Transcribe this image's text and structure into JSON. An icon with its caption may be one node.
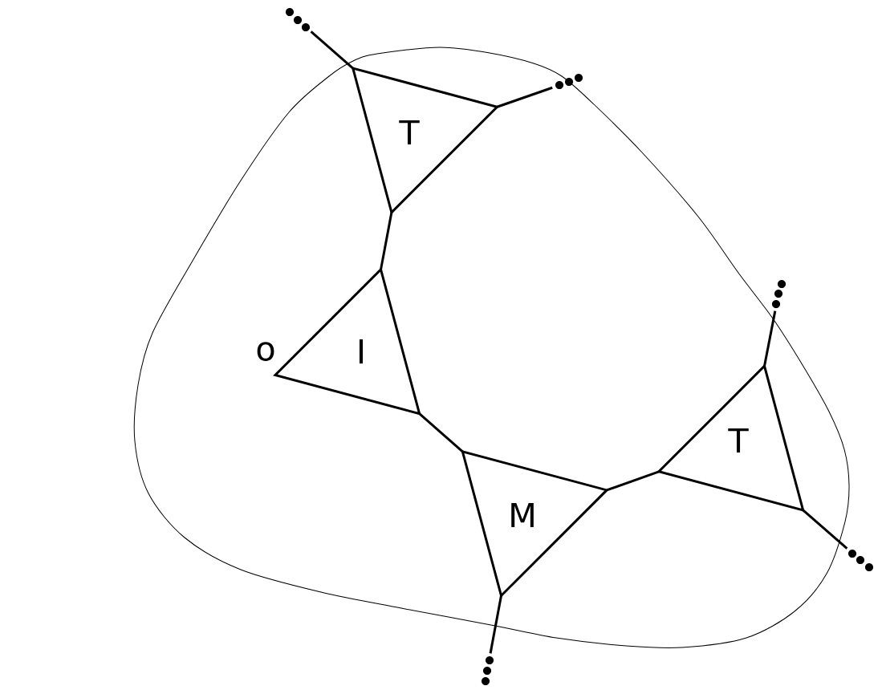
{
  "diagram": {
    "nodes": [
      {
        "text": [],
        "shape": "blob"
      },
      {
        "text": [
          "T"
        ],
        "in": 0
      },
      {
        "text": [
          "I"
        ],
        "in": 0,
        "beside": [
          "o"
        ]
      },
      {
        "text": [
          "T"
        ],
        "in": 0
      },
      {
        "text": [
          "M"
        ],
        "in": 0
      },
      {
        "text": [],
        "shape": "dots"
      },
      {
        "text": [],
        "shape": "dots"
      },
      {
        "text": [],
        "shape": "dots"
      },
      {
        "text": [],
        "shape": "dots"
      },
      {
        "text": [],
        "shape": "dots"
      }
    ],
    "edges": [
      {
        "from": 1,
        "to": 5,
        "arrow": "none"
      },
      {
        "from": 1,
        "to": 7,
        "arrow": "none"
      },
      {
        "from": 1,
        "to": 2,
        "arrow": "none"
      },
      {
        "from": 2,
        "to": 4,
        "arrow": "none"
      },
      {
        "from": 4,
        "to": 3,
        "arrow": "none"
      },
      {
        "from": 3,
        "to": 8,
        "arrow": "none"
      },
      {
        "from": 3,
        "to": 9,
        "arrow": "none"
      },
      {
        "from": 4,
        "to": 6,
        "arrow": "none"
      }
    ]
  }
}
